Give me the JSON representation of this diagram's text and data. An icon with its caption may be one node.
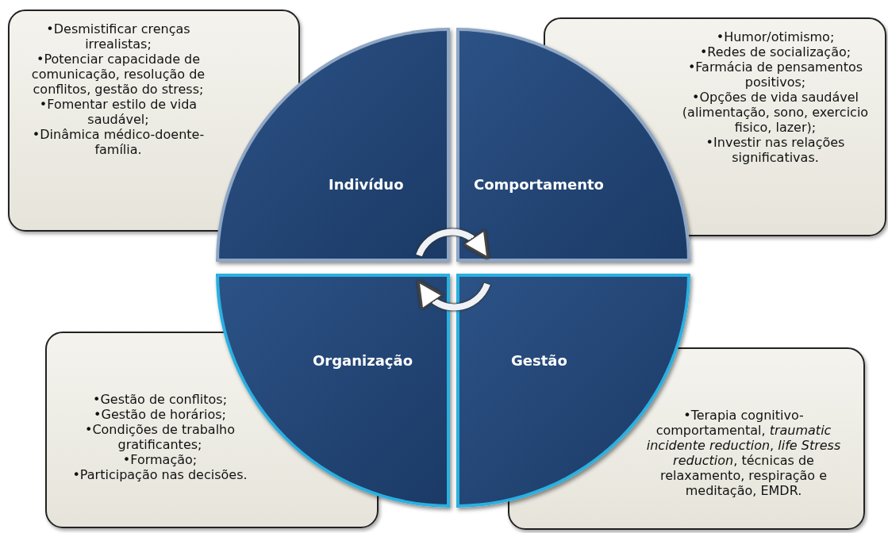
{
  "diagram": {
    "nodes": [
      {
        "text": [
          "•Desmistificar crenças irrealistas;",
          "•Potenciar capacidade de comunicação, resolução de conflitos, gestão do stress;",
          "•Fomentar estilo de vida saudável;",
          "•Dinâmica médico-doente-família."
        ]
      },
      {
        "text": [
          "Indivíduo"
        ]
      },
      {
        "text": [
          "Comportamento"
        ]
      },
      {
        "text": [
          "•Humor/otimismo;",
          "•Redes de socialização;",
          "•Farmácia de pensamentos positivos;",
          "•Opções de vida saudável (alimentação, sono, exercicio fisico, lazer);",
          "•Investir nas relações significativas."
        ]
      },
      {
        "text": [
          "•Gestão de conflitos;",
          "•Gestão de horários;",
          "•Condições de trabalho gratificantes;",
          "•Formação;",
          "•Participação nas decisões."
        ]
      },
      {
        "text": [
          "Organização"
        ]
      },
      {
        "text": [
          "Gestão"
        ]
      },
      {
        "text": [
          "•Terapia cognitivo-comportamental, *traumatic incidente reduction*, *life Stress reduction*, técnicas de relaxamento, respiração e meditação, EMDR."
        ]
      }
    ],
    "edges": [
      {
        "from": 1,
        "to": 2,
        "arrow": "to"
      },
      {
        "from": 6,
        "to": 5,
        "arrow": "to"
      }
    ]
  }
}
